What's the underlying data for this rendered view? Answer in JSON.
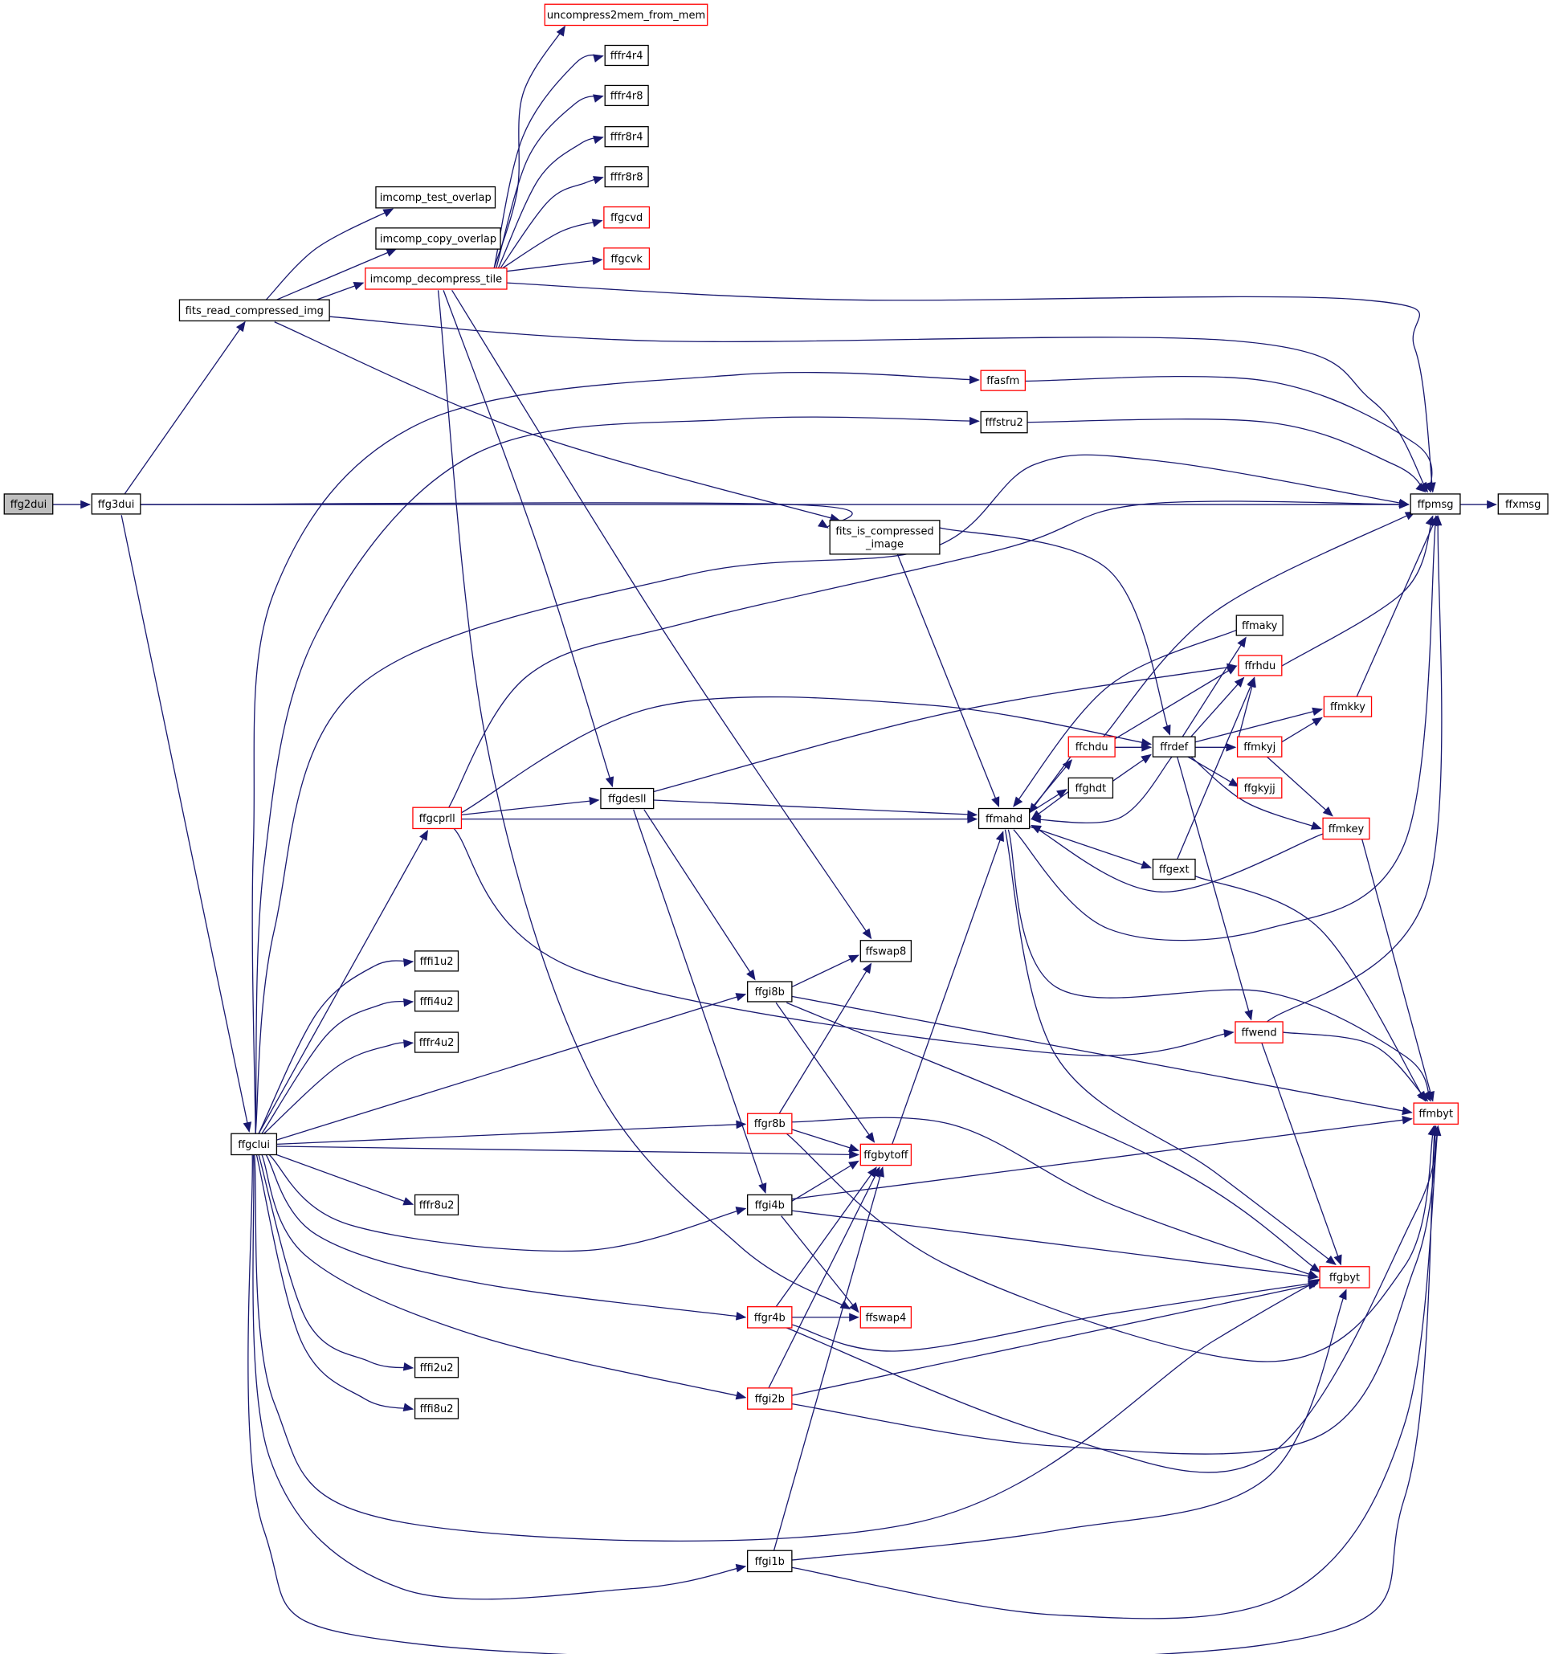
{
  "colors": {
    "edge": "#191970",
    "border_normal": "#000000",
    "border_truncated": "#ff0000",
    "fill_root": "#bfbfbf",
    "fill_normal": "#ffffff"
  },
  "nodes": [
    {
      "id": "ffg2dui",
      "label": "ffg2dui",
      "kind": "root"
    },
    {
      "id": "ffg3dui",
      "label": "ffg3dui",
      "kind": "normal"
    },
    {
      "id": "fits_read_compressed_img",
      "label": "fits_read_compressed_img",
      "kind": "normal"
    },
    {
      "id": "imcomp_test_overlap",
      "label": "imcomp_test_overlap",
      "kind": "normal"
    },
    {
      "id": "imcomp_copy_overlap",
      "label": "imcomp_copy_overlap",
      "kind": "normal"
    },
    {
      "id": "imcomp_decompress_tile",
      "label": "imcomp_decompress_tile",
      "kind": "truncated"
    },
    {
      "id": "uncompress2mem_from_mem",
      "label": "uncompress2mem_from_mem",
      "kind": "truncated"
    },
    {
      "id": "fffr4r4",
      "label": "fffr4r4",
      "kind": "normal"
    },
    {
      "id": "fffr4r8",
      "label": "fffr4r8",
      "kind": "normal"
    },
    {
      "id": "fffr8r4",
      "label": "fffr8r4",
      "kind": "normal"
    },
    {
      "id": "fffr8r8",
      "label": "fffr8r8",
      "kind": "normal"
    },
    {
      "id": "ffgcvd",
      "label": "ffgcvd",
      "kind": "truncated"
    },
    {
      "id": "ffgcvk",
      "label": "ffgcvk",
      "kind": "truncated"
    },
    {
      "id": "ffasfm",
      "label": "ffasfm",
      "kind": "truncated"
    },
    {
      "id": "fffstru2",
      "label": "fffstru2",
      "kind": "normal"
    },
    {
      "id": "ffpmsg",
      "label": "ffpmsg",
      "kind": "normal"
    },
    {
      "id": "ffxmsg",
      "label": "ffxmsg",
      "kind": "normal"
    },
    {
      "id": "fits_is_compressed_image",
      "label": "fits_is_compressed",
      "label2": "_image",
      "kind": "normal"
    },
    {
      "id": "ffmaky",
      "label": "ffmaky",
      "kind": "normal"
    },
    {
      "id": "ffrhdu",
      "label": "ffrhdu",
      "kind": "truncated"
    },
    {
      "id": "ffmkky",
      "label": "ffmkky",
      "kind": "truncated"
    },
    {
      "id": "ffchdu",
      "label": "ffchdu",
      "kind": "truncated"
    },
    {
      "id": "ffrdef",
      "label": "ffrdef",
      "kind": "normal"
    },
    {
      "id": "ffmkyj",
      "label": "ffmkyj",
      "kind": "truncated"
    },
    {
      "id": "ffgkyjj",
      "label": "ffgkyjj",
      "kind": "truncated"
    },
    {
      "id": "ffgdesll",
      "label": "ffgdesll",
      "kind": "normal"
    },
    {
      "id": "ffghdt",
      "label": "ffghdt",
      "kind": "normal"
    },
    {
      "id": "ffgcprll",
      "label": "ffgcprll",
      "kind": "truncated"
    },
    {
      "id": "ffmahd",
      "label": "ffmahd",
      "kind": "normal"
    },
    {
      "id": "ffmkey",
      "label": "ffmkey",
      "kind": "truncated"
    },
    {
      "id": "ffgext",
      "label": "ffgext",
      "kind": "normal"
    },
    {
      "id": "ffswap8",
      "label": "ffswap8",
      "kind": "normal"
    },
    {
      "id": "fffi1u2",
      "label": "fffi1u2",
      "kind": "normal"
    },
    {
      "id": "ffgi8b",
      "label": "ffgi8b",
      "kind": "normal"
    },
    {
      "id": "fffi4u2",
      "label": "fffi4u2",
      "kind": "normal"
    },
    {
      "id": "ffwend",
      "label": "ffwend",
      "kind": "truncated"
    },
    {
      "id": "fffr4u2",
      "label": "fffr4u2",
      "kind": "normal"
    },
    {
      "id": "ffmbyt",
      "label": "ffmbyt",
      "kind": "truncated"
    },
    {
      "id": "ffgr8b",
      "label": "ffgr8b",
      "kind": "truncated"
    },
    {
      "id": "ffgclui",
      "label": "ffgclui",
      "kind": "normal"
    },
    {
      "id": "ffgbytoff",
      "label": "ffgbytoff",
      "kind": "truncated"
    },
    {
      "id": "fffr8u2",
      "label": "fffr8u2",
      "kind": "normal"
    },
    {
      "id": "ffgi4b",
      "label": "ffgi4b",
      "kind": "normal"
    },
    {
      "id": "ffgbyt",
      "label": "ffgbyt",
      "kind": "truncated"
    },
    {
      "id": "ffgr4b",
      "label": "ffgr4b",
      "kind": "truncated"
    },
    {
      "id": "ffswap4",
      "label": "ffswap4",
      "kind": "truncated"
    },
    {
      "id": "fffi2u2",
      "label": "fffi2u2",
      "kind": "normal"
    },
    {
      "id": "ffgi2b",
      "label": "ffgi2b",
      "kind": "truncated"
    },
    {
      "id": "fffi8u2",
      "label": "fffi8u2",
      "kind": "normal"
    },
    {
      "id": "ffgi1b",
      "label": "ffgi1b",
      "kind": "normal"
    }
  ]
}
